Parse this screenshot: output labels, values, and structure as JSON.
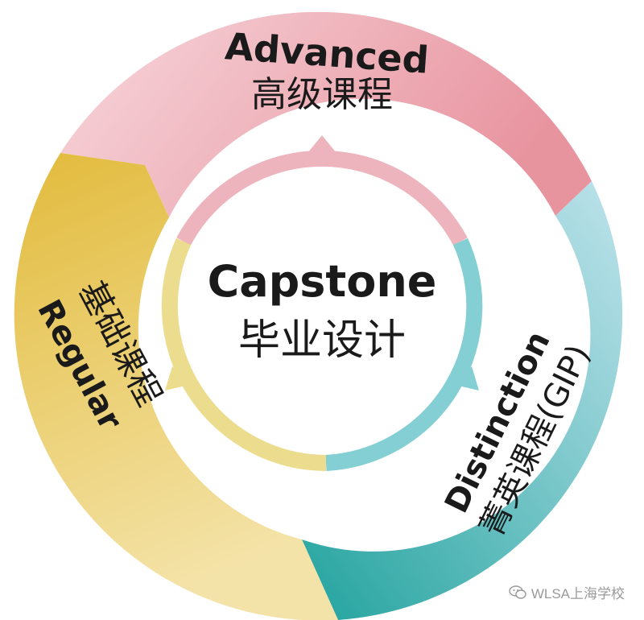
{
  "center": {
    "title": "Capstone",
    "subtitle": "毕业设计"
  },
  "segments": [
    {
      "id": "advanced",
      "en": "Advanced",
      "zh": "高级课程",
      "color": "#eaa1ac"
    },
    {
      "id": "distinction",
      "en": "Distinction",
      "zh": "菁英课程(GIP)",
      "color": "#3fb0b0"
    },
    {
      "id": "regular",
      "en": "Regular",
      "zh": "基础课程",
      "color": "#e7c04f"
    }
  ],
  "watermark": {
    "text": "WLSA上海学校",
    "icon": "wechat-icon"
  }
}
